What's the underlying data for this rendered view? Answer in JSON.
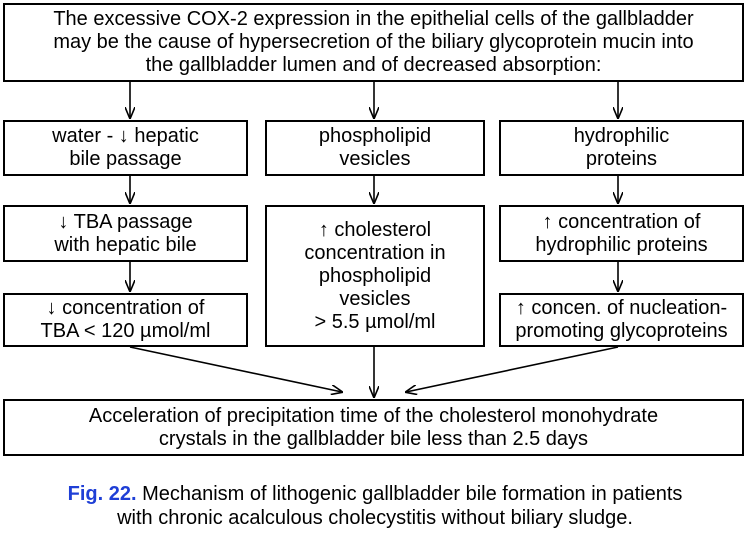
{
  "top_box": "The excessive COX-2 expression in the epithelial cells of the gallbladder\nmay be the cause of hypersecretion of the biliary glycoprotein mucin into\nthe gallbladder lumen and of decreased absorption:",
  "columns": [
    {
      "row1": "water - ↓ hepatic\nbile passage",
      "row2": "↓ TBA passage\nwith hepatic bile",
      "row3": "↓ concentration of\nTBA < 120 µmol/ml"
    },
    {
      "row1": "phospholipid\nvesicles",
      "row2": "↑ cholesterol\nconcentration in\nphospholipid\nvesicles\n> 5.5 µmol/ml"
    },
    {
      "row1": "hydrophilic\nproteins",
      "row2": "↑ concentration of\nhydrophilic proteins",
      "row3": "↑ concen. of nucleation-\npromoting glycoproteins"
    }
  ],
  "bottom_box": "Acceleration of precipitation time of the cholesterol monohydrate\ncrystals in the gallbladder bile less than 2.5 days",
  "caption": {
    "label": "Fig. 22.",
    "text": " Mechanism of lithogenic gallbladder bile formation in patients\nwith chronic acalculous cholecystitis without biliary sludge."
  },
  "colors": {
    "caption_label": "#1f3fd6",
    "stroke": "#000000"
  }
}
